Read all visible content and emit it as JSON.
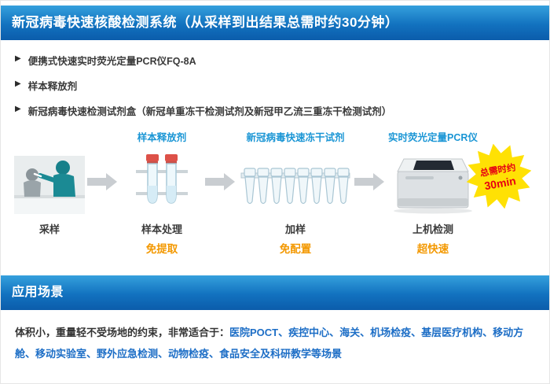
{
  "header": {
    "title": "新冠病毒快速核酸检测系统（从采样到出结果总需时约30分钟）"
  },
  "bullets": [
    {
      "label": "便携式快速实时荧光定量PCR仪FQ-8A"
    },
    {
      "label": "样本释放剂"
    },
    {
      "label": "新冠病毒快速检测试剂盒（新冠单重冻干检测试剂及新冠甲乙流三重冻干检测试剂）"
    }
  ],
  "flow": {
    "steps": [
      {
        "top_label": "",
        "caption": "采样",
        "note": ""
      },
      {
        "top_label": "样本释放剂",
        "caption": "样本处理",
        "note": "免提取"
      },
      {
        "top_label": "新冠病毒快速冻干试剂",
        "caption": "加样",
        "note": "免配置"
      },
      {
        "top_label": "实时荧光定量PCR仪",
        "caption": "上机检测",
        "note": "超快速"
      }
    ],
    "burst": {
      "line1": "总需时约",
      "line2": "30min"
    }
  },
  "section": {
    "title": "应用场景"
  },
  "footer": {
    "intro": "体积小，重量轻不受场地的约束，非常适合于：",
    "highlight": "医院POCT、疾控中心、海关、机场检疫、基层医疗机构、移动方舱、移动实验室、野外应急检测、动物检疫、食品安全及科研教学等场景"
  },
  "icons": {
    "bullet": "right-triangle-icon",
    "flow_arrow": "right-arrow-icon",
    "burst": "starburst-badge"
  },
  "colors": {
    "banner_blue_top": "#35a0dd",
    "banner_blue_bottom": "#0b5cab",
    "label_blue": "#1b96d5",
    "note_orange": "#f39800",
    "footer_blue": "#1d6ec6",
    "burst_yellow": "#ffe104",
    "burst_red": "#e60012"
  }
}
